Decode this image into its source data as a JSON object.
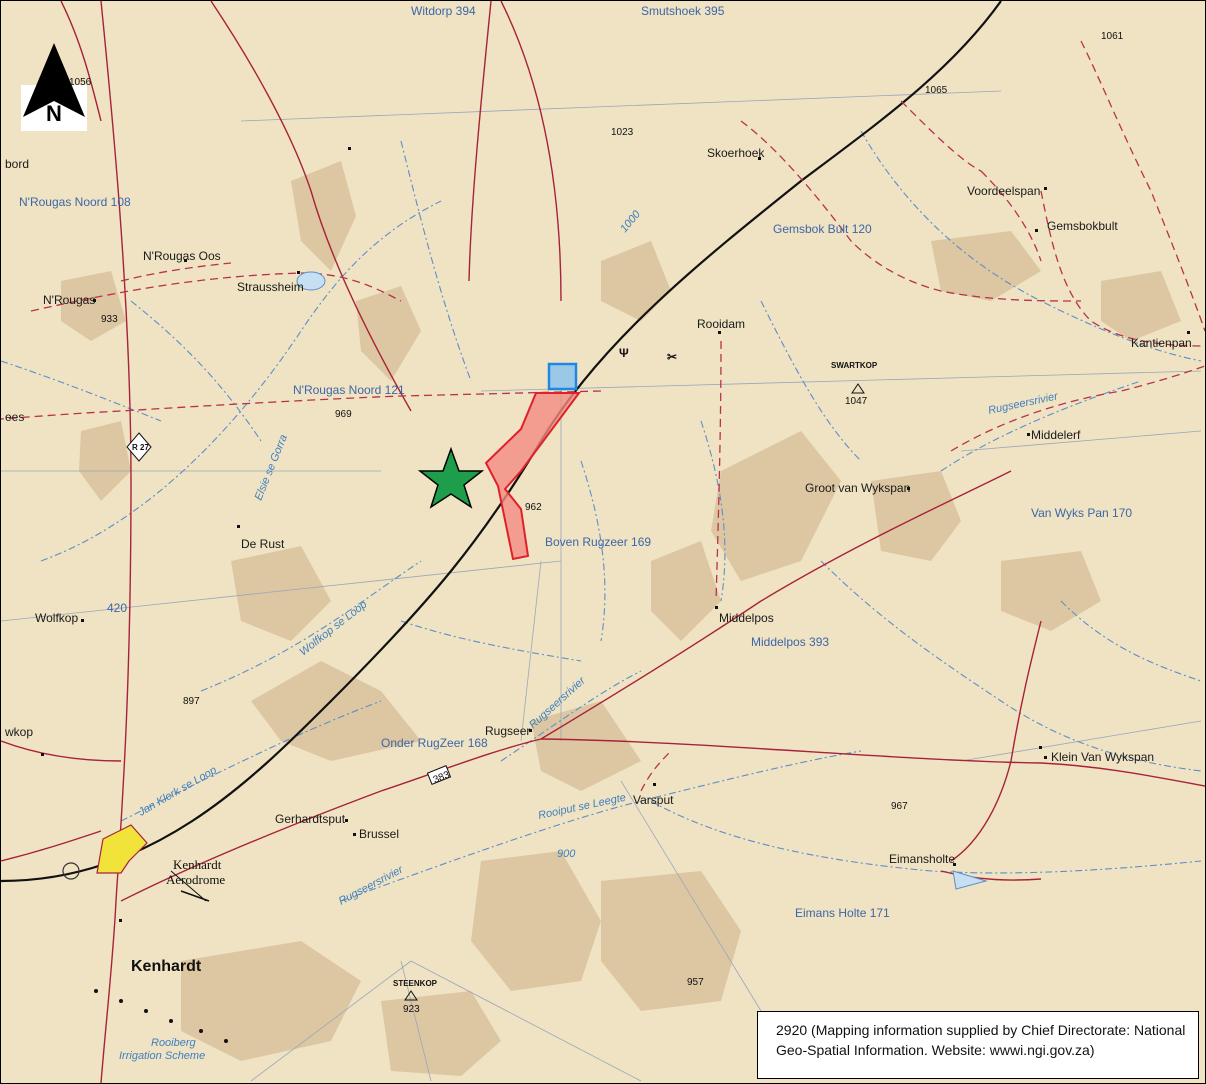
{
  "map": {
    "credit_text": "2920 (Mapping information supplied by Chief Directorate: National Geo-Spatial Information. Website: wwwi.ngi.gov.za)",
    "north_label": "N",
    "colors": {
      "background": "#efe3c3",
      "sand": "#d9c29c",
      "road": "#a8223a",
      "railway": "#111111",
      "river": "#5d8ec9",
      "site_area": "#f28b82",
      "site_outline": "#e0202a",
      "substation": "#9cc8e8",
      "substation_outline": "#1e88e5",
      "star": "#1e9e4a",
      "town_fill": "#f2e33a"
    },
    "labels": {
      "witdorp": "Witdorp 394",
      "smutshoek": "Smutshoek 395",
      "n1056": "1056",
      "n1061": "1061",
      "n1065": "1065",
      "n1023": "1023",
      "skoerhoek": "Skoerhoek",
      "voordeelspan": "Voordeelspan",
      "gemsbok_bult": "Gemsbok Bult 120",
      "gemsbokbult": "Gemsbokbult",
      "bord": "bord",
      "nrougas_noord108": "N'Rougas Noord 108",
      "nrougas_oos": "N'Rougas Oos",
      "straussheim": "Straussheim",
      "nrougas": "N'Rougas",
      "n933": "933",
      "rooidam": "Rooidam",
      "kantienpan": "Kantienpan",
      "swartkop": "SWARTKOP",
      "n1047": "1047",
      "rugseersrivier_a": "Rugseersrivier",
      "middelerf": "Middelerf",
      "nrougas_noord121": "N'Rougas Noord 121",
      "n969": "969",
      "ees": "ees",
      "r27": "R 27",
      "elsie_se_gorra": "Elsie se Gorra",
      "n962": "962",
      "boven_rugzeer": "Boven Rugzeer 169",
      "groot_van_wykspan": "Groot van Wykspan",
      "van_wyks_pan": "Van Wyks Pan 170",
      "de_rust": "De Rust",
      "wolfkop": "Wolfkop",
      "n420": "420",
      "wolfkop_se_loop": "Wolfkop se Loop",
      "middelpos": "Middelpos",
      "middelpos393": "Middelpos 393",
      "n897": "897",
      "wkop": "wkop",
      "onder_rugzeer": "Onder RugZeer 168",
      "rugseer": "Rugseer",
      "rugseersrivier_b": "Rugseersrivier",
      "klein_van_wykspan": "Klein Van Wykspan",
      "jan_klerk": "Jan Klerk se Loop",
      "n383": "383",
      "gerhardtsput": "Gerhardtsput",
      "brussel": "Brussel",
      "rooiput": "Rooiput se Leegte",
      "varsput": "Varsput",
      "n967": "967",
      "n900": "900",
      "kenhardt_aero_1": "Kenhardt",
      "kenhardt_aero_2": "Aerodrome",
      "rugseersrivier_c": "Rugseersrivier",
      "eimansholte": "Eimansholte",
      "eimans_holte": "Eimans Holte 171",
      "n1000": "1000",
      "kenhardt": "Kenhardt",
      "steenkop": "STEENKOP",
      "n923": "923",
      "n957": "957",
      "rooiberg_1": "Rooiberg",
      "rooiberg_2": "Irrigation Scheme"
    }
  }
}
